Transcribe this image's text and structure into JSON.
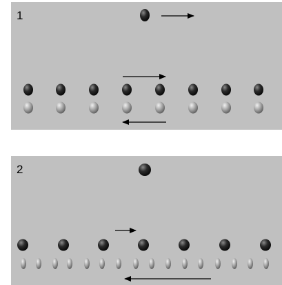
{
  "panels": [
    {
      "label": "1",
      "top_ball_color": "dark",
      "top_arrow": "right",
      "top_row": {
        "count": 8,
        "color": "dark"
      },
      "bottom_row": {
        "count": 8,
        "color": "light"
      },
      "arrow_between_rows": "right",
      "arrow_below_rows": "left"
    },
    {
      "label": "2",
      "top_ball_color": "dark",
      "top_row": {
        "count": 7,
        "color": "dark"
      },
      "bottom_row": {
        "count": 16,
        "color": "light",
        "shape": "ellipse"
      },
      "arrow_between_rows": "right",
      "arrow_below_rows": "left"
    }
  ],
  "colors": {
    "panel_bg": "#c0c0c0",
    "dark_ball": "#2b2b2b",
    "light_ball": "#a8a8a8",
    "arrow": "#000000"
  }
}
